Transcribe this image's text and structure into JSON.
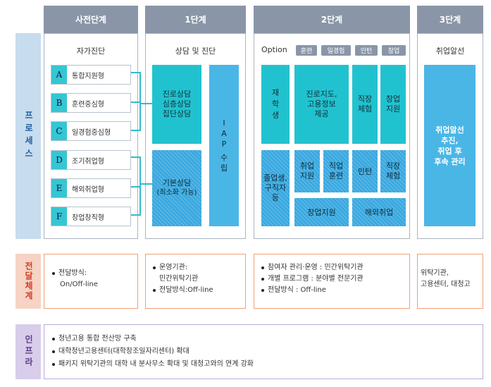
{
  "columns": {
    "pre": {
      "header": "사전단계",
      "subtitle": "자가진단"
    },
    "s1": {
      "header": "1단계",
      "subtitle": "상담 및 진단"
    },
    "s2": {
      "header": "2단계",
      "subtitle": "Option"
    },
    "s3": {
      "header": "3단계",
      "subtitle": "취업알선"
    }
  },
  "side_labels": {
    "process": "프로세스",
    "delivery": "전달체계",
    "infra": "인프라"
  },
  "types": [
    {
      "letter": "A",
      "label": "통합지원형"
    },
    {
      "letter": "B",
      "label": "훈련중심형"
    },
    {
      "letter": "C",
      "label": "일경험중심형"
    },
    {
      "letter": "D",
      "label": "조기취업형"
    },
    {
      "letter": "E",
      "label": "해외취업형"
    },
    {
      "letter": "F",
      "label": "창업창직형"
    }
  ],
  "stage1": {
    "counsel": [
      "진로상담",
      "심층상담",
      "집단상담"
    ],
    "basic": [
      "기본상담",
      "(최소화 가능)"
    ],
    "iap": [
      "I",
      "A",
      "P",
      "수",
      "립"
    ]
  },
  "options": [
    "훈련",
    "일경험",
    "인턴",
    "창업"
  ],
  "stage2": {
    "jaehaksaeng": [
      "재",
      "학",
      "생"
    ],
    "career": [
      "진로지도,",
      "고용정보",
      "제공"
    ],
    "job_exp_top": [
      "직장",
      "체험"
    ],
    "startup_support_top": [
      "창업",
      "지원"
    ],
    "graduates": [
      "졸업생,",
      "구직자",
      "등"
    ],
    "employ_support": [
      "취업",
      "지원"
    ],
    "job_training": [
      "직업",
      "훈련"
    ],
    "intern": "인턴",
    "job_exp_bottom": [
      "직장",
      "체험"
    ],
    "startup_support_bottom": "창업지원",
    "overseas": "해외취업"
  },
  "stage3": {
    "box": [
      "취업알선",
      "추진,",
      "취업 후",
      "후속 관리"
    ]
  },
  "delivery": {
    "pre": [
      "전달방식:",
      "On/Off-line"
    ],
    "s1": [
      "운영기관:",
      "민간위탁기관",
      "전달방식:Off-line"
    ],
    "s2": [
      "참여자 관리·운영 : 민간위탁기관",
      "개별 프로그램 : 분야별 전문기관",
      "전달방식 : Off-line"
    ],
    "s3": [
      "위탁기관,",
      "고용센터, 대청고"
    ]
  },
  "infra": [
    "청년고용 통합 전산망 구축",
    "대학청년고용센터(대학창조일자리센터) 확대",
    "패키지 위탁기관의 대학 내 분사무소 확대 및 대청고와의 연계 강화"
  ],
  "colors": {
    "header": "#8a96a8",
    "teal": "#21c2cf",
    "blue": "#3aa9e0",
    "process": "#c7dcee",
    "delivery": "#f6d3c4",
    "infra": "#d8cdea"
  }
}
